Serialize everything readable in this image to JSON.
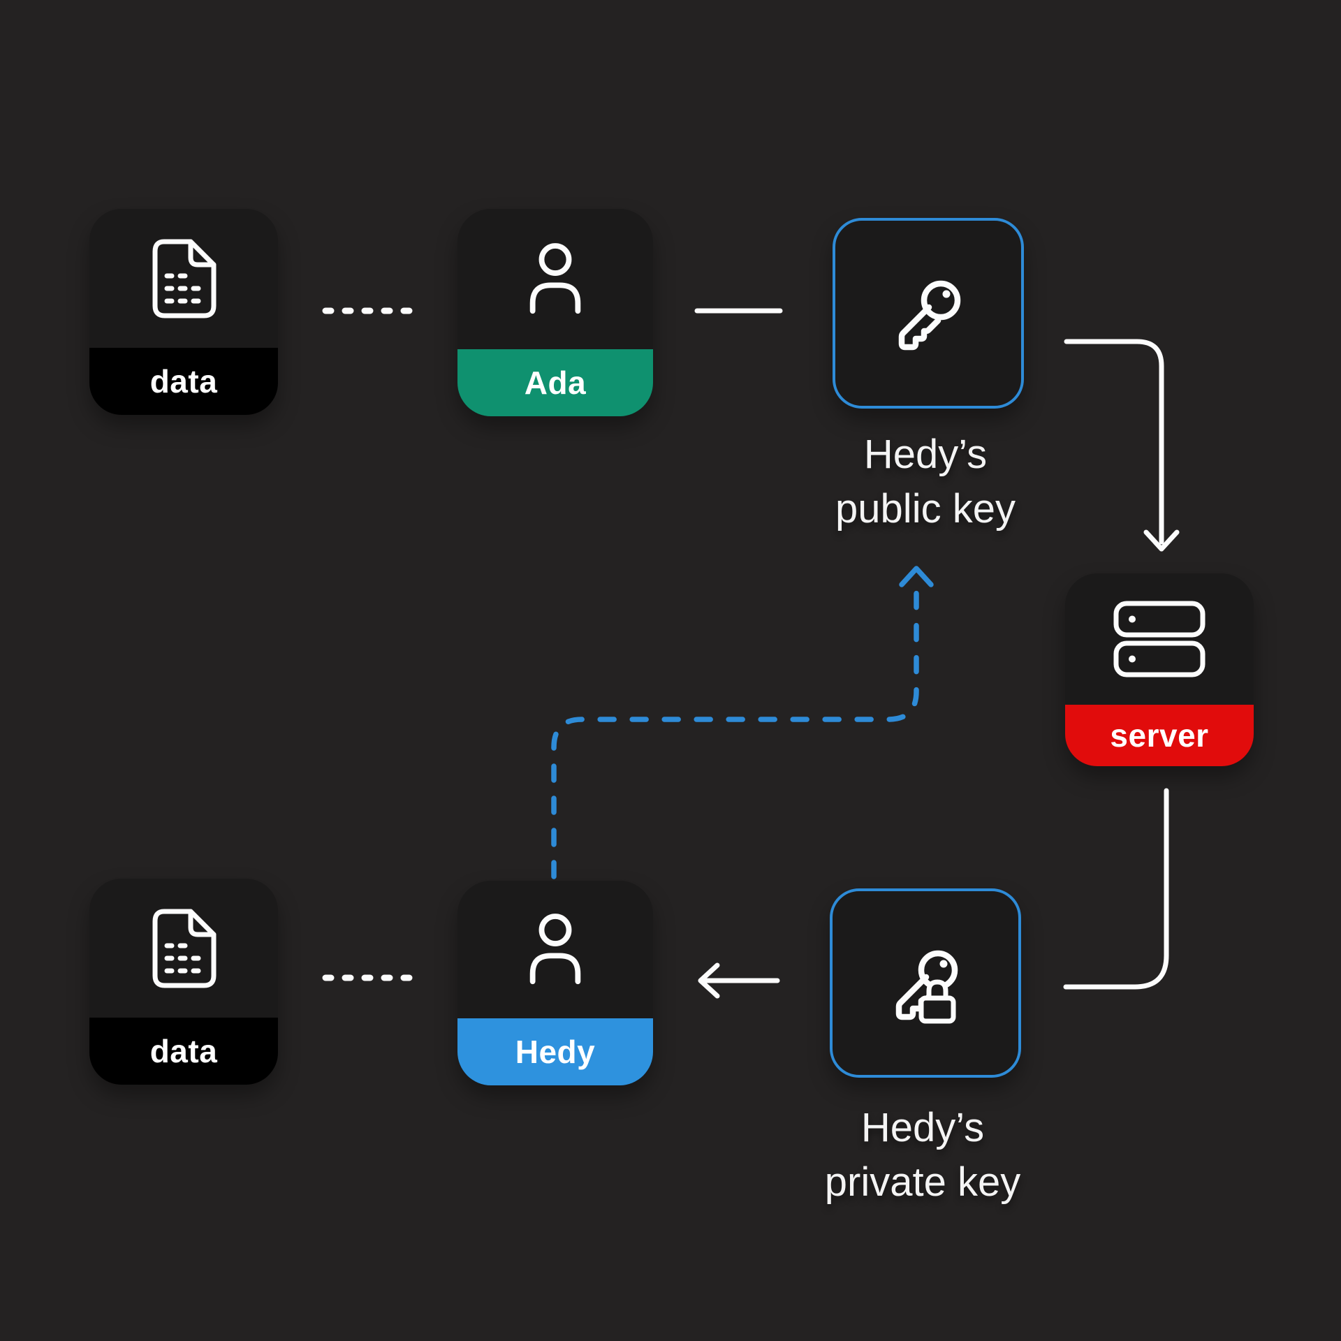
{
  "colors": {
    "background": "#242222",
    "card_background": "#1b1a1a",
    "label_black": "#000000",
    "ada_green": "#0f916f",
    "server_red": "#e10c0c",
    "hedy_blue": "#2e92de",
    "key_border_blue": "#2e8bd7",
    "stroke_white": "#fcfcfc"
  },
  "nodes": {
    "data_top": {
      "label": "data",
      "icon": "document-icon"
    },
    "ada": {
      "label": "Ada",
      "icon": "person-icon"
    },
    "public_key": {
      "icon": "key-icon",
      "caption_line1": "Hedy’s",
      "caption_line2": "public key"
    },
    "server": {
      "label": "server",
      "icon": "server-icon"
    },
    "private_key": {
      "icon": "key-lock-icon",
      "caption_line1": "Hedy’s",
      "caption_line2": "private key"
    },
    "hedy": {
      "label": "Hedy",
      "icon": "person-icon"
    },
    "data_bottom": {
      "label": "data",
      "icon": "document-icon"
    }
  },
  "connectors": {
    "data_ada_dotted": {
      "style": "dotted",
      "color": "#fcfcfc"
    },
    "ada_publickey_line": {
      "style": "solid",
      "color": "#fcfcfc"
    },
    "publickey_server_arrow": {
      "style": "solid-arrow-down",
      "color": "#fcfcfc"
    },
    "server_privatekey_line": {
      "style": "solid-elbow",
      "color": "#fcfcfc"
    },
    "privatekey_hedy_arrow": {
      "style": "solid-arrow-left",
      "color": "#fcfcfc"
    },
    "hedy_publickey_dashed_arrow": {
      "style": "dashed-arrow-up",
      "color": "#2e8bd7"
    },
    "data_hedy_dotted": {
      "style": "dotted",
      "color": "#fcfcfc"
    }
  }
}
